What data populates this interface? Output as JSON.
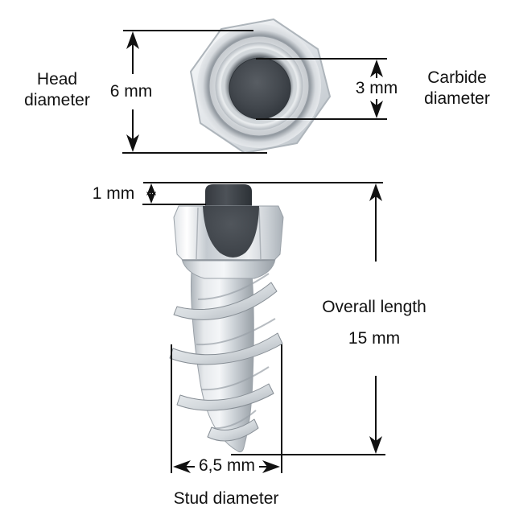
{
  "labels": {
    "head_diameter": {
      "line1": "Head",
      "line2": "diameter"
    },
    "head_diameter_value": "6 mm",
    "carbide_diameter": {
      "line1": "Carbide",
      "line2": "diameter"
    },
    "carbide_diameter_value": "3 mm",
    "protrusion_value": "1 mm",
    "overall_length_label": "Overall length",
    "overall_length_value": "15 mm",
    "stud_diameter_value": "6,5 mm",
    "stud_diameter_label": "Stud diameter"
  },
  "colors": {
    "background": "#ffffff",
    "dimension_lines": "#111111",
    "text": "#111111",
    "metal_highlight": "#f4f6f8",
    "metal_mid": "#c9ced4",
    "metal_shadow": "#9aa1a8",
    "carbide_dark": "#3d4248"
  }
}
